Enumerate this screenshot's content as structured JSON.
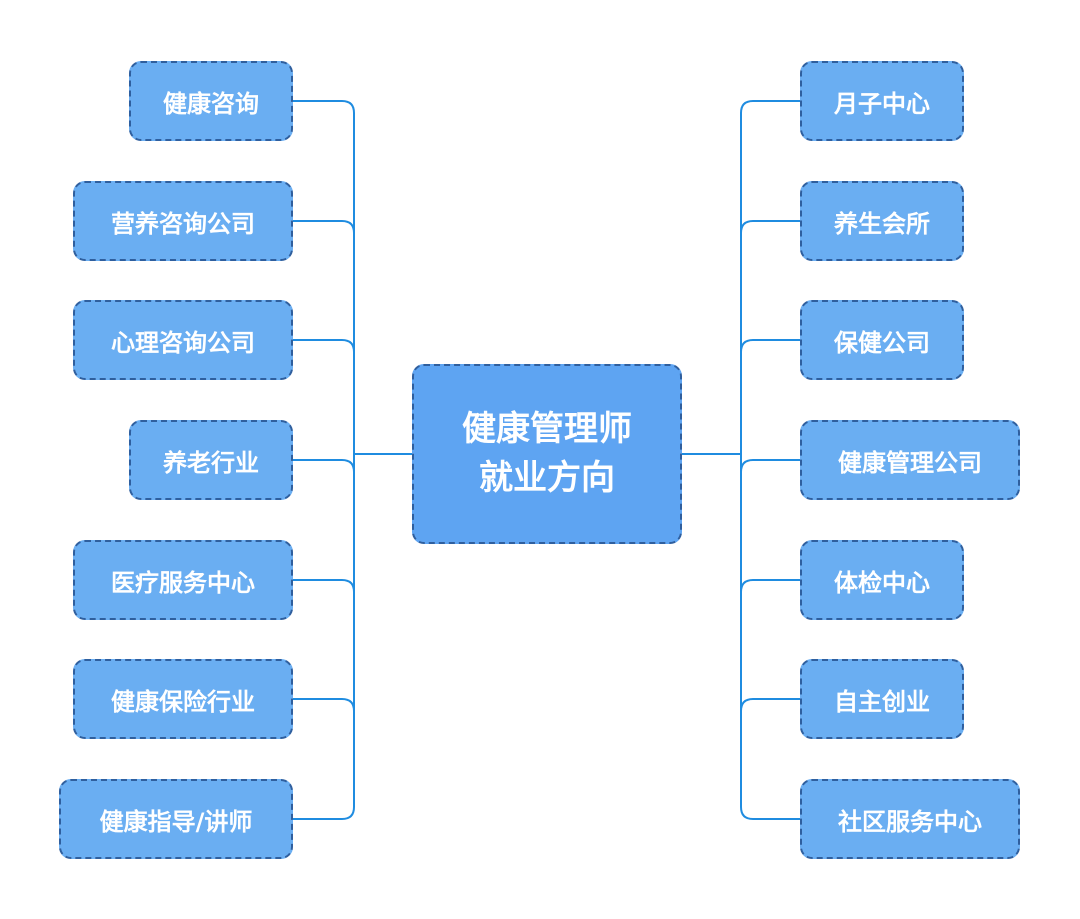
{
  "center": {
    "line1": "健康管理师",
    "line2": "就业方向"
  },
  "left": [
    "健康咨询",
    "营养咨询公司",
    "心理咨询公司",
    "养老行业",
    "医疗服务中心",
    "健康保险行业",
    "健康指导/讲师"
  ],
  "right": [
    "月子中心",
    "养生会所",
    "保健公司",
    "健康管理公司",
    "体检中心",
    "自主创业",
    "社区服务中心"
  ],
  "colors": {
    "box_fill": "#6aaef2",
    "box_border": "#2f5f9e",
    "connector": "#1f8ce0"
  }
}
